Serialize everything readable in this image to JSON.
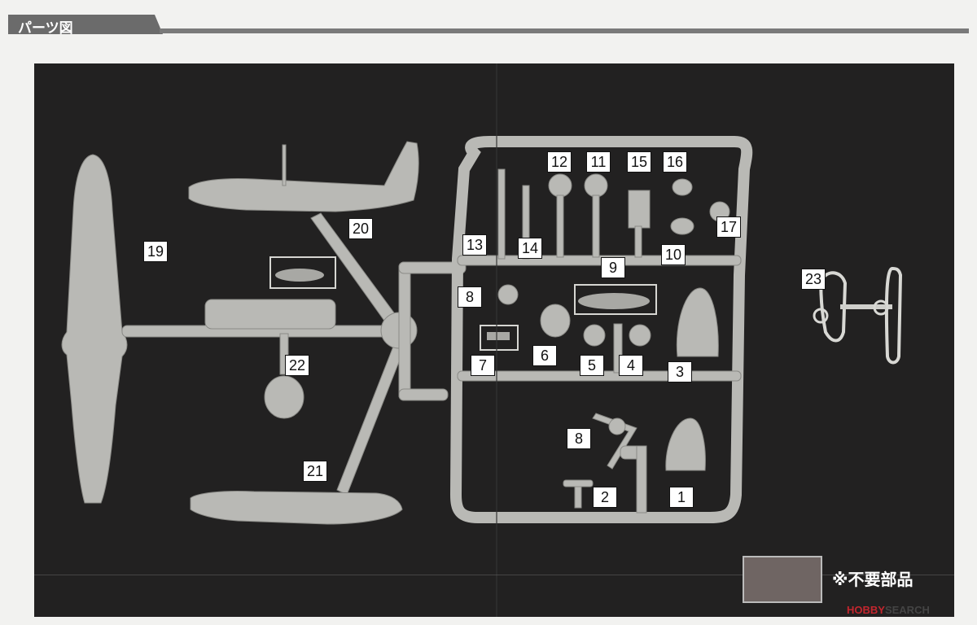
{
  "header": {
    "title": "パーツ図"
  },
  "parts": {
    "p1": "1",
    "p2": "2",
    "p3": "3",
    "p4": "4",
    "p5": "5",
    "p6": "6",
    "p7": "7",
    "p8a": "8",
    "p8b": "8",
    "p9": "9",
    "p10": "10",
    "p11": "11",
    "p12": "12",
    "p13": "13",
    "p14": "14",
    "p15": "15",
    "p16": "16",
    "p17": "17",
    "p19": "19",
    "p20": "20",
    "p21": "21",
    "p22": "22",
    "p23": "23"
  },
  "legend": {
    "label": "※不要部品",
    "swatch_color": "#6f6563"
  },
  "watermark": {
    "hobby": "HOBBY",
    "search": "SEARCH",
    "brand_color": "#c4262e"
  },
  "colors": {
    "background": "#222121",
    "plastic": "#b9b9b5",
    "label_bg": "#ffffff"
  }
}
